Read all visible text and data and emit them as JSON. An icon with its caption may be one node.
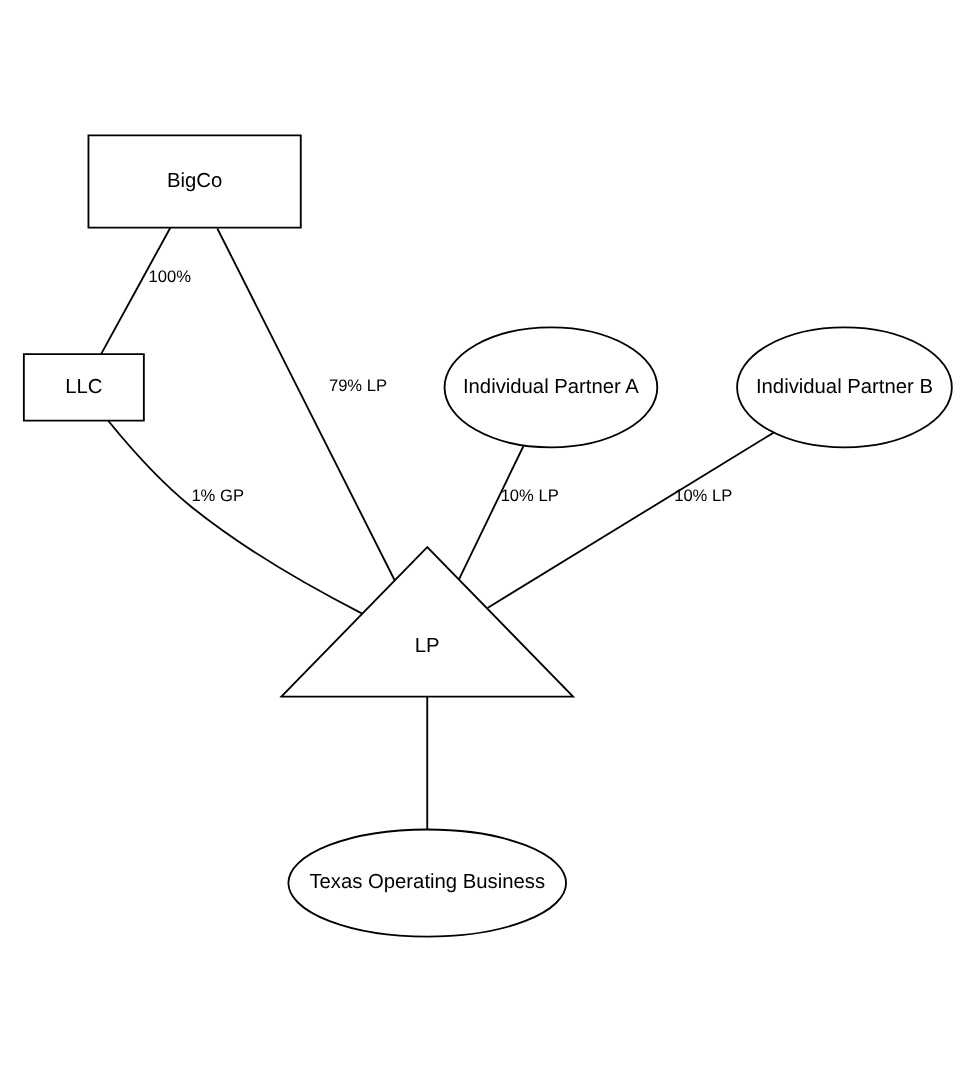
{
  "diagram": {
    "nodes": [
      {
        "text": [
          "BigCo"
        ]
      },
      {
        "text": [
          "Individual Partner A"
        ]
      },
      {
        "text": [
          "Individual Partner B"
        ]
      },
      {
        "text": [
          "LLC"
        ]
      },
      {
        "text": [
          "LP"
        ]
      },
      {
        "text": [
          "Texas Operating Business"
        ]
      }
    ],
    "edges": [
      {
        "from": 0,
        "to": 3,
        "arrow": "none",
        "label": "100%"
      },
      {
        "from": 0,
        "to": 4,
        "arrow": "none",
        "label": "79% LP"
      },
      {
        "from": 1,
        "to": 4,
        "arrow": "none",
        "label": "10% LP"
      },
      {
        "from": 2,
        "to": 4,
        "arrow": "none",
        "label": "10% LP"
      },
      {
        "from": 3,
        "to": 4,
        "arrow": "none",
        "label": "1% GP"
      },
      {
        "from": 4,
        "to": 5,
        "arrow": "none"
      }
    ]
  }
}
